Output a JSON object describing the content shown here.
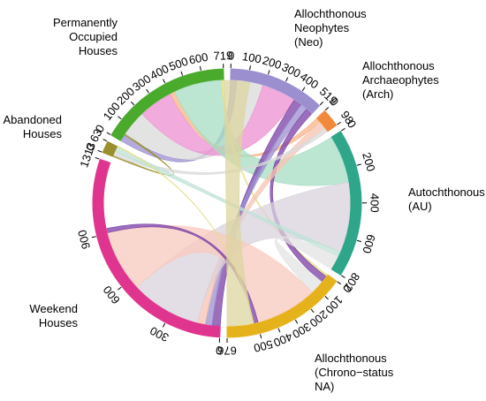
{
  "chart_data": {
    "type": "chord",
    "title": "",
    "unit": "",
    "groups": [
      {
        "id": "NEO",
        "label_lines": [
          "Allochthonous",
          "Neophytes",
          "(Neo)"
        ],
        "total": 519,
        "color": "#9b8fcf",
        "ticks": [
          0,
          100,
          200,
          300,
          400,
          519
        ]
      },
      {
        "id": "ARCH",
        "label_lines": [
          "Allochthonous",
          "Archaeophytes",
          "(Arch)"
        ],
        "total": 98,
        "color": "#f0893a",
        "ticks": [
          0,
          98
        ]
      },
      {
        "id": "AU",
        "label_lines": [
          "Autochthonous",
          "(AU)"
        ],
        "total": 802,
        "color": "#2fa58a",
        "ticks": [
          0,
          200,
          400,
          600,
          802
        ]
      },
      {
        "id": "NA",
        "label_lines": [
          "Allochthonous",
          "(Chrono−status",
          "NA)"
        ],
        "total": 676,
        "color": "#e6b21c",
        "ticks": [
          0,
          100,
          200,
          300,
          400,
          500,
          676
        ]
      },
      {
        "id": "WH",
        "label_lines": [
          "Weekend",
          "Houses"
        ],
        "total": 1313,
        "color": "#e0358e",
        "ticks": [
          0,
          300,
          600,
          900,
          1313
        ]
      },
      {
        "id": "AH",
        "label_lines": [
          "Abandoned",
          "Houses"
        ],
        "total": 63,
        "color": "#9a8f2c",
        "ticks": [
          0,
          63
        ]
      },
      {
        "id": "POH",
        "label_lines": [
          "Permanently",
          "Occupied",
          "Houses"
        ],
        "total": 719,
        "color": "#4aaa2c",
        "ticks": [
          0,
          100,
          200,
          300,
          400,
          500,
          600,
          719
        ]
      }
    ],
    "links": [
      {
        "source": "POH",
        "target": "NEO",
        "value": 40,
        "color": "#9b8fcf"
      },
      {
        "source": "POH",
        "target": "AH",
        "value": 8,
        "color": "#9a8f2c"
      },
      {
        "source": "POH",
        "target": "NEO",
        "value": 150,
        "color": "#d9d9d9"
      },
      {
        "source": "POH",
        "target": "NEO",
        "value": 200,
        "color": "#ec8fd0"
      },
      {
        "source": "POH",
        "target": "ARCH",
        "value": 28,
        "color": "#f5b58a"
      },
      {
        "source": "POH",
        "target": "AU",
        "value": 280,
        "color": "#a6dcc3"
      },
      {
        "source": "POH",
        "target": "NA",
        "value": 13,
        "color": "#e6e08a"
      },
      {
        "source": "NEO",
        "target": "WH",
        "value": 49,
        "color": "#7b3fa6"
      },
      {
        "source": "NEO",
        "target": "WH",
        "value": 40,
        "color": "#9b8fcf"
      },
      {
        "source": "NEO",
        "target": "NA",
        "value": 40,
        "color": "#7b3fa6"
      },
      {
        "source": "ARCH",
        "target": "WH",
        "value": 45,
        "color": "#f8c3b0"
      },
      {
        "source": "ARCH",
        "target": "AH",
        "value": 25,
        "color": "#d9d9d9"
      },
      {
        "source": "AU",
        "target": "WH",
        "value": 410,
        "color": "#d9d2dc"
      },
      {
        "source": "AU",
        "target": "AH",
        "value": 30,
        "color": "#bfe2d6"
      },
      {
        "source": "AU",
        "target": "NA",
        "value": 82,
        "color": "#e3e3e3"
      },
      {
        "source": "NA",
        "target": "WH",
        "value": 360,
        "color": "#f8c9bd"
      },
      {
        "source": "NA",
        "target": "WH",
        "value": 25,
        "color": "#7b3fa6"
      },
      {
        "source": "NA",
        "target": "AH",
        "value": 5,
        "color": "#e6e08a"
      },
      {
        "source": "NA",
        "target": "POH",
        "value": 151,
        "color": "#dcd6a0"
      }
    ]
  }
}
